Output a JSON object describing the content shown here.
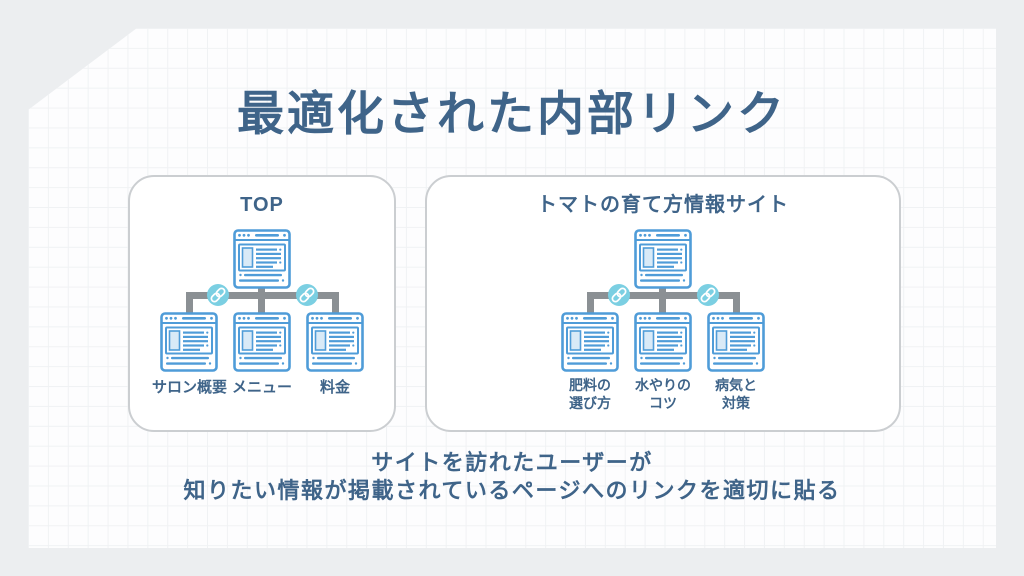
{
  "page": {
    "title": "最適化された内部リンク",
    "caption": "サイトを訪れたユーザーが\n知りたい情報が掲載されているページへのリンクを適切に貼る"
  },
  "panels": [
    {
      "title": "TOP",
      "children": [
        "サロン概要",
        "メニュー",
        "料金"
      ]
    },
    {
      "title": "トマトの育て方情報サイト",
      "children": [
        "肥料の\n選び方",
        "水やりの\nコツ",
        "病気と\n対策"
      ]
    }
  ],
  "icons": {
    "webpage": "webpage-icon",
    "link": "chain-link-icon"
  },
  "colors": {
    "text_blue": "#3f6489",
    "icon_stroke_blue": "#4f9cd8",
    "icon_fill_blue": "#d9eaf7",
    "link_badge_teal": "#7bcfe2",
    "connector_gray": "#8b9094",
    "panel_border": "#cbced1",
    "card_background": "#fdfdfe",
    "grid_line": "#f0f2f4",
    "outer_background": "#eceef0"
  }
}
